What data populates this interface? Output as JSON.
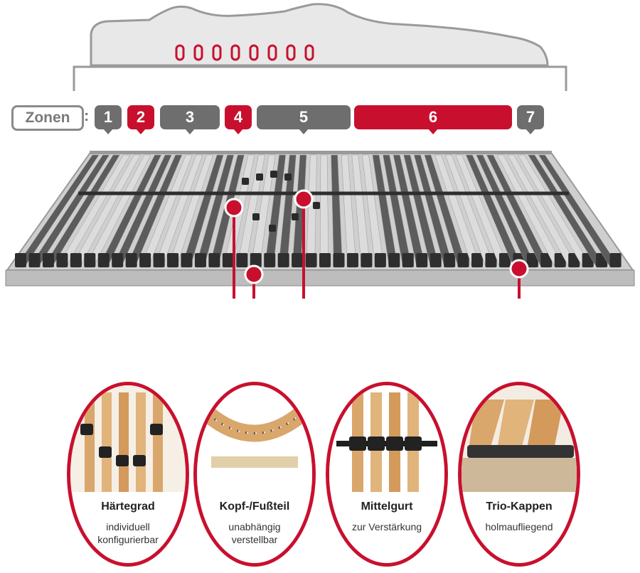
{
  "zones": {
    "label": "Zonen",
    "separator": ":",
    "items": [
      {
        "number": "1",
        "color": "grey"
      },
      {
        "number": "2",
        "color": "red"
      },
      {
        "number": "3",
        "color": "grey"
      },
      {
        "number": "4",
        "color": "red"
      },
      {
        "number": "5",
        "color": "grey"
      },
      {
        "number": "6",
        "color": "red"
      },
      {
        "number": "7",
        "color": "grey"
      }
    ]
  },
  "features": [
    {
      "title": "Härtegrad",
      "subtitle_line1": "individuell",
      "subtitle_line2": "konfigurierbar"
    },
    {
      "title": "Kopf-/Fußteil",
      "subtitle_line1": "unabhängig",
      "subtitle_line2": "verstellbar"
    },
    {
      "title": "Mittelgurt",
      "subtitle_line1": "zur Verstärkung",
      "subtitle_line2": ""
    },
    {
      "title": "Trio-Kappen",
      "subtitle_line1": "holmaufliegend",
      "subtitle_line2": ""
    }
  ],
  "colors": {
    "accent_red": "#c8102e",
    "zone_grey": "#6e6e6e",
    "silhouette_grey": "#e6e6e6",
    "outline_grey": "#9a9a9a",
    "slat_dark": "#5a5a5a",
    "slat_light": "#d9d9d9",
    "wood": "#d9a66b"
  }
}
